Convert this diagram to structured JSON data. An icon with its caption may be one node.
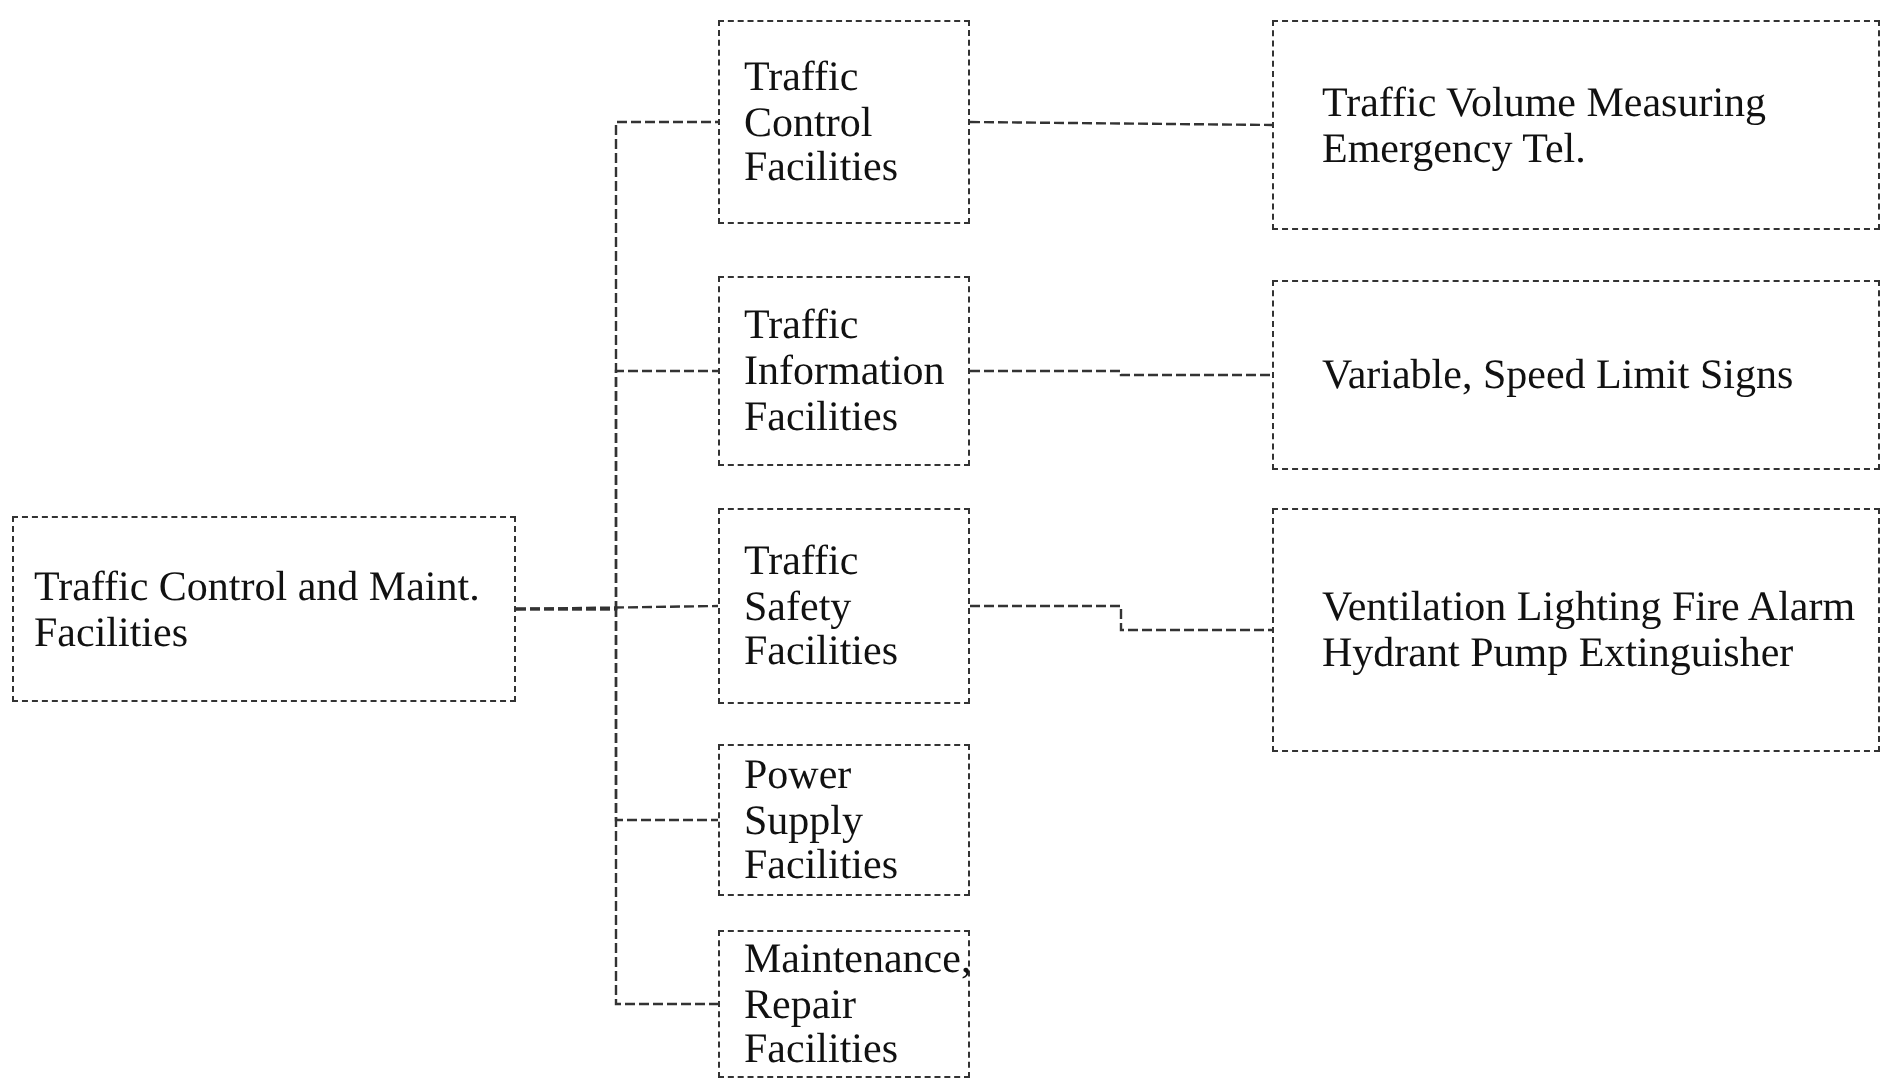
{
  "diagram": {
    "nodes": [
      {
        "text": [
          "Traffic Control and Maint. Facilities"
        ]
      },
      {
        "text": [
          "Traffic Control Facilities"
        ]
      },
      {
        "text": [
          "Traffic Information Facilities"
        ]
      },
      {
        "text": [
          "Traffic Safety Facilities"
        ]
      },
      {
        "text": [
          "Power Supply Facilities"
        ]
      },
      {
        "text": [
          "Maintenance, Repair Facilities"
        ]
      },
      {
        "text": [
          "Traffic Volume Measuring Emergency Tel."
        ]
      },
      {
        "text": [
          "Variable, Speed Limit Signs"
        ]
      },
      {
        "text": [
          "Ventilation Lighting Fire Alarm Hydrant Pump Extinguisher"
        ]
      }
    ],
    "edges": [
      {
        "from": 0,
        "to": 1,
        "arrow": "none"
      },
      {
        "from": 0,
        "to": 2,
        "arrow": "none"
      },
      {
        "from": 0,
        "to": 3,
        "arrow": "none"
      },
      {
        "from": 0,
        "to": 4,
        "arrow": "none"
      },
      {
        "from": 0,
        "to": 5,
        "arrow": "none"
      },
      {
        "from": 1,
        "to": 6,
        "arrow": "none"
      },
      {
        "from": 2,
        "to": 7,
        "arrow": "none"
      },
      {
        "from": 3,
        "to": 8,
        "arrow": "none"
      }
    ]
  }
}
